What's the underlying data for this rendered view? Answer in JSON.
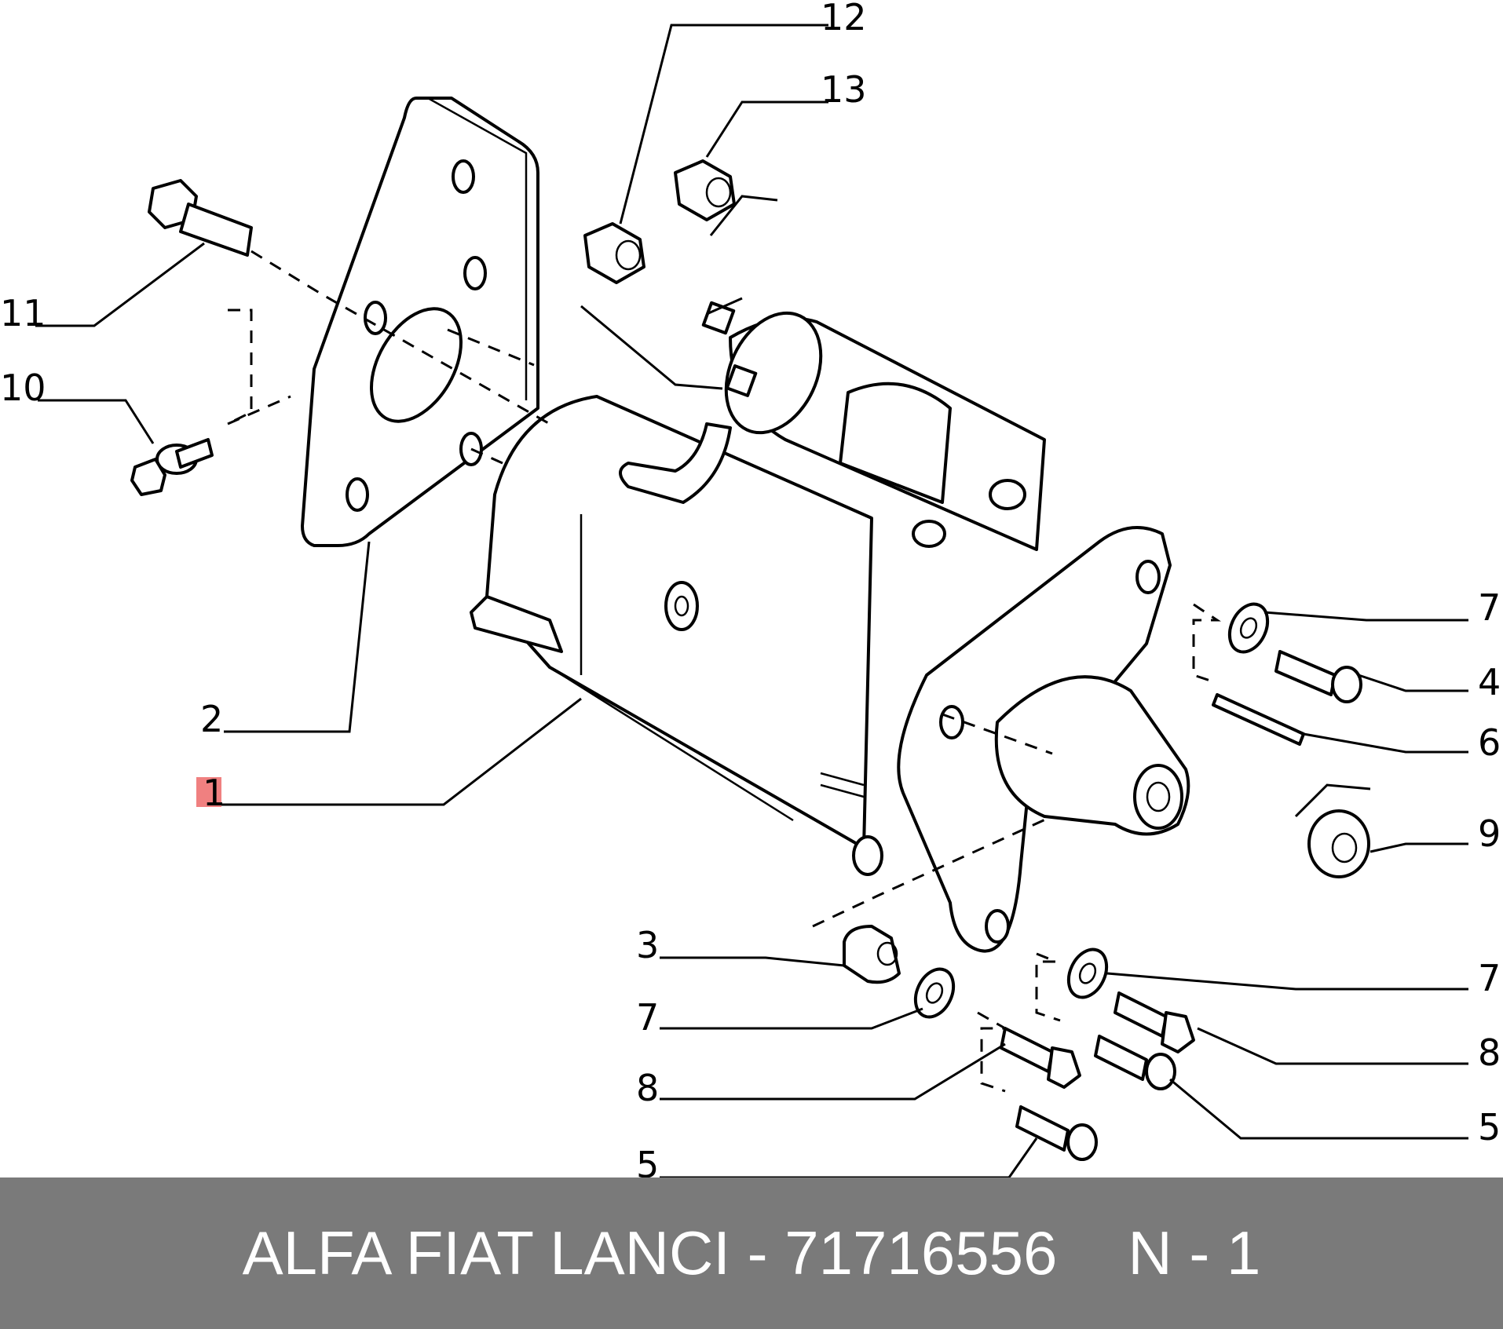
{
  "footer": {
    "brand_text": "ALFA FIAT LANCI",
    "separator": "-",
    "part_number": "71716556",
    "sheet_code": "N - 1"
  },
  "callouts": {
    "c1": "1",
    "c2": "2",
    "c3": "3",
    "c4": "4",
    "c5a": "5",
    "c5b": "5",
    "c6": "6",
    "c7a": "7",
    "c7b": "7",
    "c7c": "7",
    "c8a": "8",
    "c8b": "8",
    "c9": "9",
    "c10": "10",
    "c11": "11",
    "c12": "12",
    "c13": "13"
  },
  "colors": {
    "footer_bg": "#7a7a7a",
    "footer_text": "#ffffff",
    "highlight": "#f08080",
    "line": "#000000"
  },
  "highlighted_callout": "1"
}
